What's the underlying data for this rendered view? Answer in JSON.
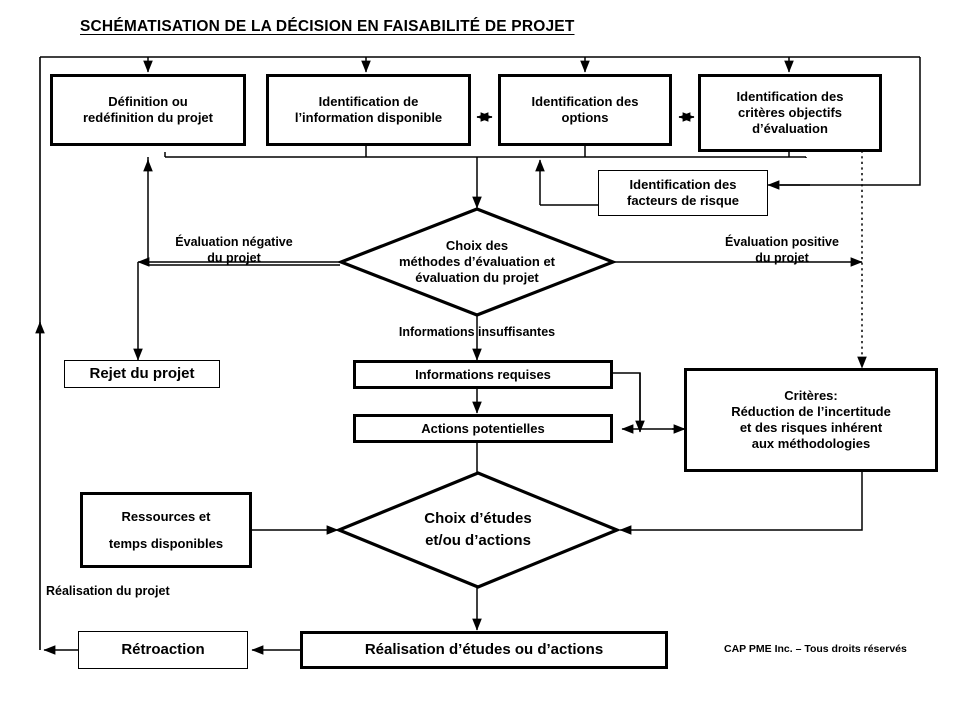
{
  "title": "SCHÉMATISATION  DE LA DÉCISION  EN FAISABILITÉ  DE  PROJET",
  "footer": "CAP PME Inc. – Tous droits réservés",
  "colors": {
    "stroke": "#000000",
    "background": "#ffffff"
  },
  "nodes": {
    "definition": "Définition ou\nredéfinition du projet",
    "information": "Identification de\nl’information disponible",
    "options": "Identification des\noptions",
    "criteres_objectifs": "Identification des\ncritères objectifs\nd’évaluation",
    "facteurs_risque": "Identification des\nfacteurs de risque",
    "choix_methodes": "Choix des\nméthodes d’évaluation et\névaluation du projet",
    "rejet": "Rejet du projet",
    "informations_requises": "Informations requises",
    "actions_potentielles": "Actions potentielles",
    "criteres_reduction": "Critères:\nRéduction de l’incertitude\net des risques inhérent\naux méthodologies",
    "ressources": "Ressources et\n\ntemps disponibles",
    "choix_etudes": "Choix d’études\net/ou d’actions",
    "retroaction": "Rétroaction",
    "realisation_etudes": "Réalisation  d’études  ou  d’actions"
  },
  "edge_labels": {
    "evaluation_negative": "Évaluation négative\ndu projet",
    "evaluation_positive": "Évaluation positive\ndu projet",
    "informations_insuffisantes": "Informations insuffisantes",
    "realisation_projet": "Réalisation du projet"
  }
}
